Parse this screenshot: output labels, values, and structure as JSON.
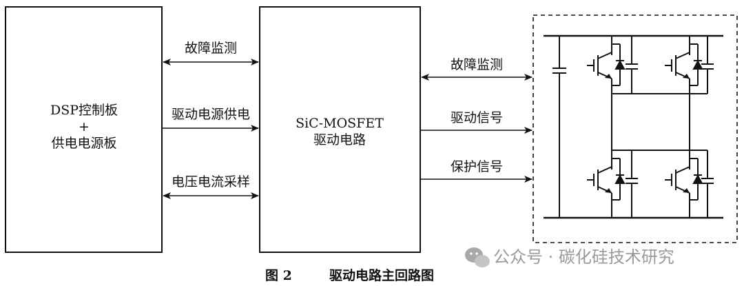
{
  "blocks": {
    "left": {
      "line1": "DSP控制板",
      "line2": "+",
      "line3": "供电电源板"
    },
    "middle": {
      "line1": "SiC-MOSFET",
      "line2": "驱动电路"
    }
  },
  "arrows": {
    "fault_left": "故障监测",
    "power_supply": "驱动电源供电",
    "sampling": "电压电流采样",
    "fault_right": "故障监测",
    "drive_signal": "驱动信号",
    "protect_signal": "保护信号"
  },
  "caption": {
    "label": "图 2",
    "title": "驱动电路主回路图"
  },
  "watermark": "公众号 · 碳化硅技术研究"
}
